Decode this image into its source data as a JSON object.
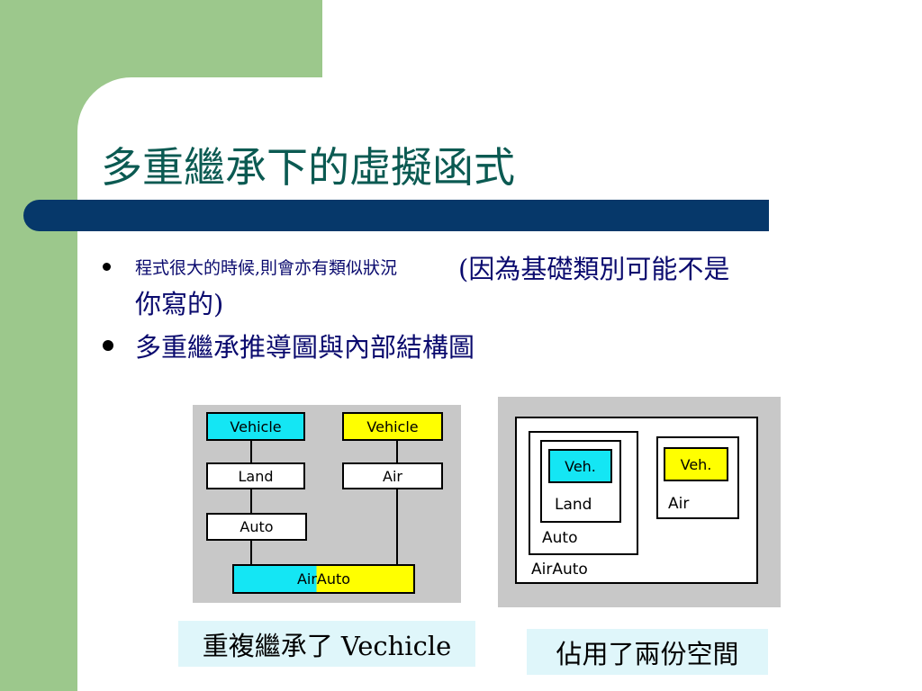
{
  "slide": {
    "title": "多重繼承下的虛擬函式",
    "bullets": [
      {
        "small_text": "程式很大的時候,則會亦有類似狀況",
        "large_text": "(因為基礎類別可能不是",
        "line2": "你寫的)"
      },
      {
        "text": "多重繼承推導圖與內部結構圖"
      }
    ]
  },
  "left_diagram": {
    "boxes": {
      "vehicle_left": "Vehicle",
      "vehicle_right": "Vehicle",
      "land": "Land",
      "air": "Air",
      "auto": "Auto",
      "airauto": "AirAuto"
    }
  },
  "right_diagram": {
    "veh_left": "Veh.",
    "veh_right": "Veh.",
    "land": "Land",
    "air": "Air",
    "auto": "Auto",
    "airauto": "AirAuto"
  },
  "captions": {
    "left": "重複繼承了 Vechicle",
    "right": "佔用了兩份空間"
  },
  "colors": {
    "sidebar": "#9cc88c",
    "title": "#0b5a52",
    "title_bar": "#06386a",
    "text": "#0a0a6e",
    "cyan": "#14e6f4",
    "yellow": "#ffff00",
    "caption_bg": "#dff6fa"
  }
}
